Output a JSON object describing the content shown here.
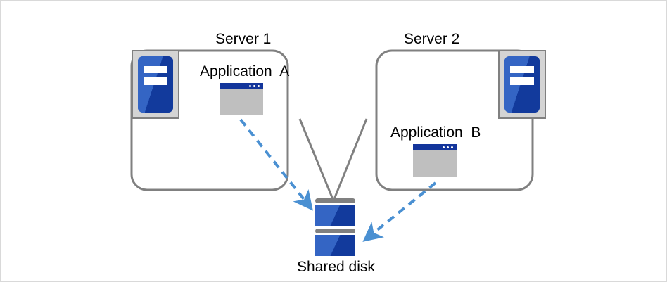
{
  "diagram": {
    "type": "architecture-diagram",
    "background_color": "#ffffff",
    "border_color": "#d9d9d9",
    "colors": {
      "box_outline": "#808080",
      "connector_line": "#808080",
      "arrow": "#4a90d2",
      "icon_blue_light": "#3465c4",
      "icon_blue_dark": "#123a9c",
      "icon_plate": "#d4d4d4",
      "window_body": "#bfbfbf",
      "window_title": "#13359b",
      "text": "#000000"
    },
    "servers": [
      {
        "id": "server-1",
        "title": "Server 1",
        "application_label": "Application  A",
        "icon_name": "server-icon",
        "icon_position": "top-left",
        "app_icon_name": "application-window-icon"
      },
      {
        "id": "server-2",
        "title": "Server 2",
        "application_label": "Application  B",
        "icon_name": "server-icon",
        "icon_position": "top-right",
        "app_icon_name": "application-window-icon"
      }
    ],
    "storage": {
      "id": "shared-disk",
      "label": "Shared disk",
      "icon_name": "shared-disk-icon",
      "platter_count": 2
    },
    "connections": [
      {
        "id": "access-a",
        "from": "Application A",
        "to": "Shared disk",
        "style": "dashed",
        "color": "#4a90d2",
        "arrow": true
      },
      {
        "id": "access-b",
        "from": "Application B",
        "to": "Shared disk",
        "style": "dashed",
        "color": "#4a90d2",
        "arrow": true
      },
      {
        "id": "link-server1-disk",
        "from": "Server 1",
        "to": "Shared disk",
        "style": "solid",
        "color": "#808080",
        "arrow": false
      },
      {
        "id": "link-server2-disk",
        "from": "Server 2",
        "to": "Shared disk",
        "style": "solid",
        "color": "#808080",
        "arrow": false
      }
    ]
  }
}
